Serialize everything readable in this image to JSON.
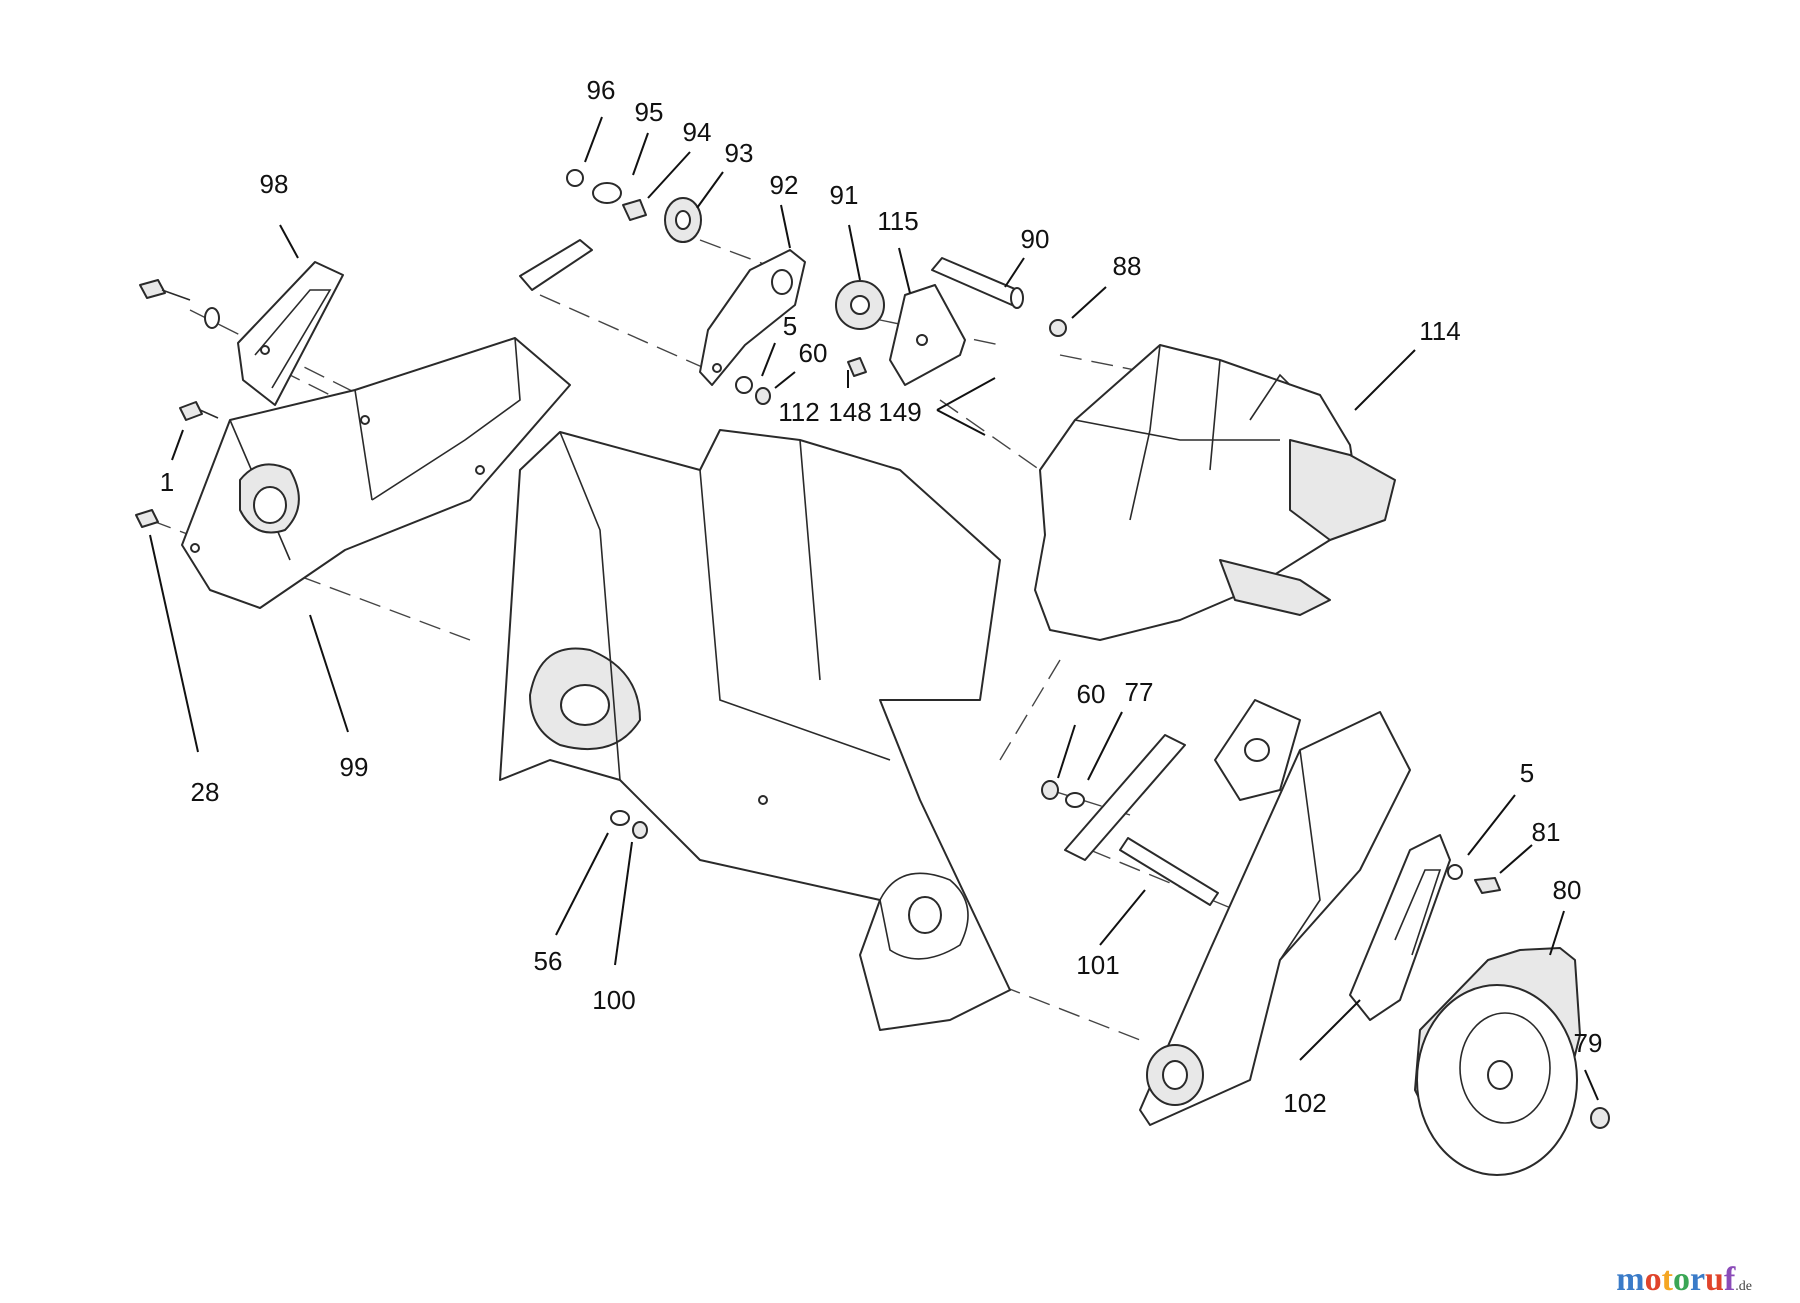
{
  "diagram": {
    "callouts": [
      "96",
      "95",
      "94",
      "93",
      "92",
      "91",
      "115",
      "90",
      "88",
      "114",
      "98",
      "5",
      "60",
      "112",
      "148",
      "149",
      "1",
      "28",
      "99",
      "60",
      "77",
      "5",
      "81",
      "80",
      "79",
      "56",
      "100",
      "101",
      "102"
    ]
  },
  "watermark": {
    "letters": [
      "m",
      "o",
      "t",
      "o",
      "r",
      "u",
      "f"
    ],
    "colors": [
      "#3a7bc8",
      "#e0442b",
      "#f5a623",
      "#3aa655",
      "#3a7bc8",
      "#e0442b",
      "#8b4bb8"
    ],
    "suffix": ".de"
  }
}
